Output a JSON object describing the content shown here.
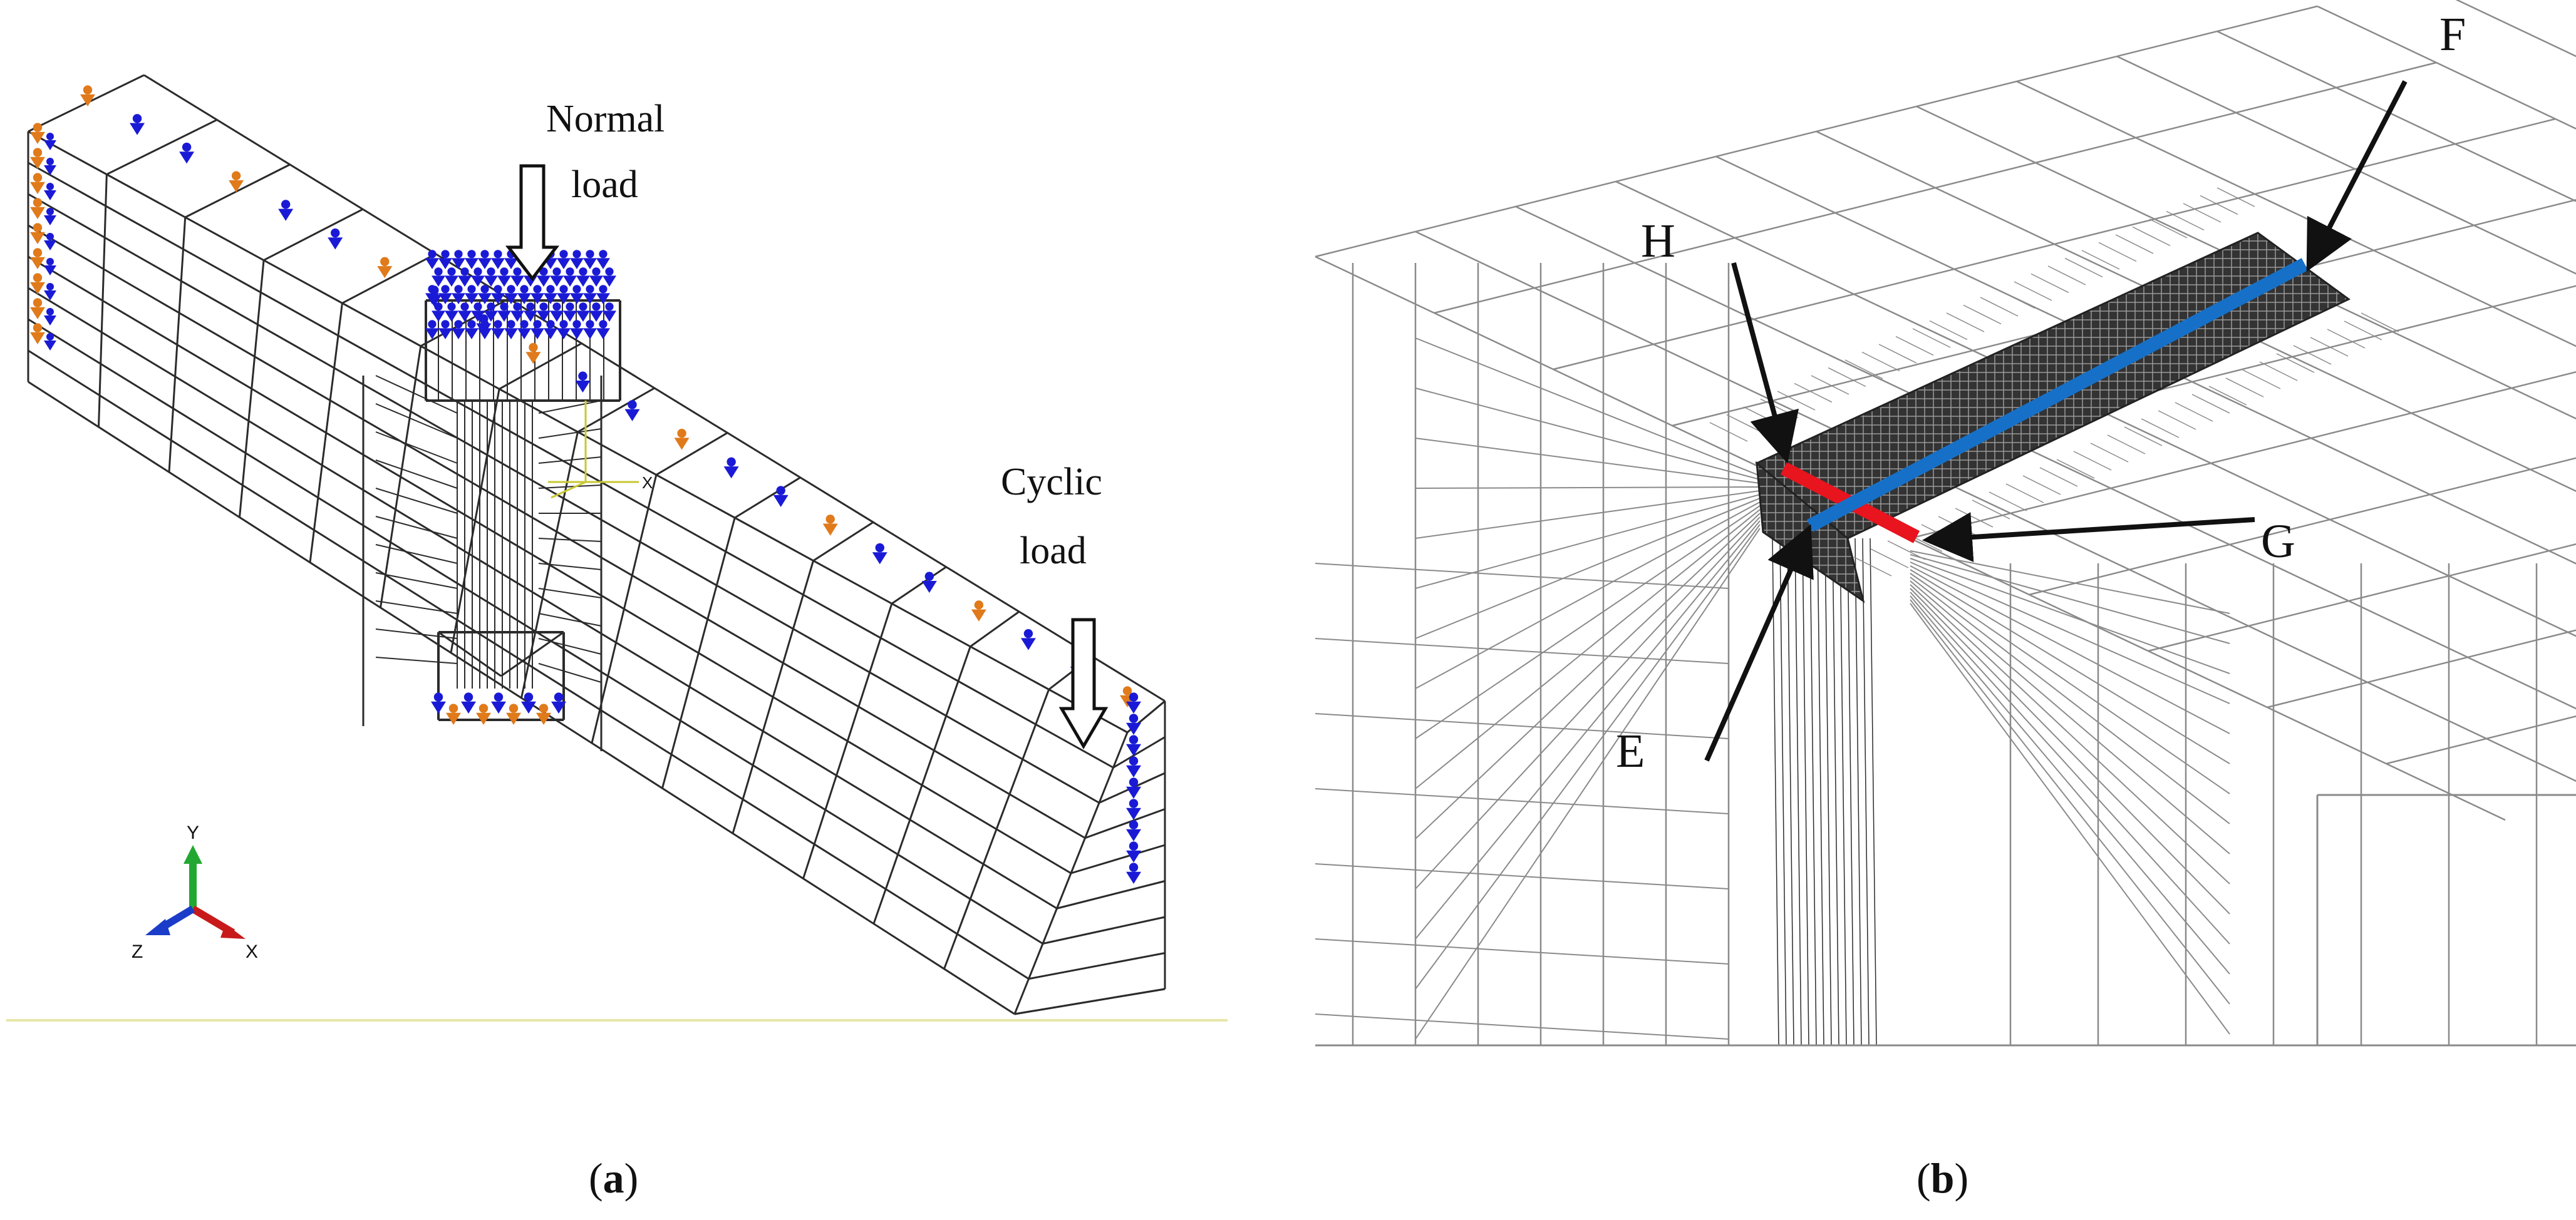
{
  "panel_a": {
    "annotations": {
      "normal_load_line1": "Normal",
      "normal_load_line2": "load",
      "cyclic_load_line1": "Cyclic",
      "cyclic_load_line2": "load"
    },
    "triad": {
      "y": "Y",
      "z": "Z",
      "x": "X"
    },
    "origin_axis_x": "X",
    "caption_open": "(",
    "caption_letter": "a",
    "caption_close": ")"
  },
  "panel_b": {
    "labels": {
      "h": "H",
      "f": "F",
      "g": "G",
      "e": "E"
    },
    "caption_open": "(",
    "caption_letter": "b",
    "caption_close": ")"
  },
  "colors": {
    "mesh": "#2b2b2b",
    "mesh_light": "#8a8a8a",
    "bc_blue": "#1a1ad6",
    "bc_orange": "#e07a1a",
    "path_red": "#e8141e",
    "path_blue": "#1670c8",
    "dense_strip": "#3a3a3a",
    "triad_green": "#22a832",
    "triad_blue": "#1a3cc8",
    "triad_red": "#c81a1a",
    "ground_line": "#e8e6a8"
  }
}
